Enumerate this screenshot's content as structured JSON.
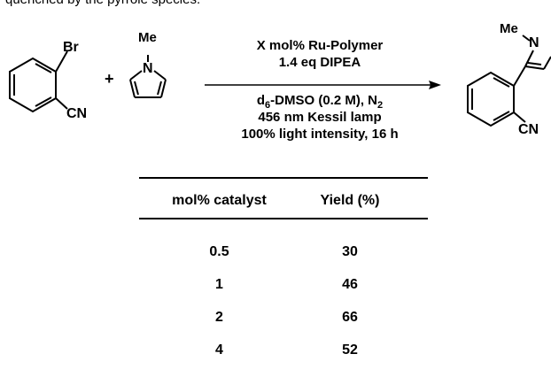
{
  "header_fragment": "quenched by the pyrrole species.",
  "reactant1": {
    "substituent_top": "Br",
    "substituent_bottom": "CN"
  },
  "plus_sign": "+",
  "reactant2": {
    "methyl": "Me",
    "nitrogen": "N"
  },
  "conditions": {
    "line1": "X mol% Ru-Polymer",
    "line2": "1.4 eq DIPEA",
    "line3_pre": "d",
    "line3_sub1": "6",
    "line3_mid": "-DMSO (0.2 M), N",
    "line3_sub2": "2",
    "line4": "456 nm Kessil lamp",
    "line5": "100% light intensity, 16 h"
  },
  "product": {
    "methyl": "Me",
    "nitrogen": "N",
    "substituent": "CN"
  },
  "table": {
    "headers": [
      "mol% catalyst",
      "Yield (%)"
    ],
    "rows": [
      [
        "0.5",
        "30"
      ],
      [
        "1",
        "46"
      ],
      [
        "2",
        "66"
      ],
      [
        "4",
        "52"
      ]
    ]
  }
}
